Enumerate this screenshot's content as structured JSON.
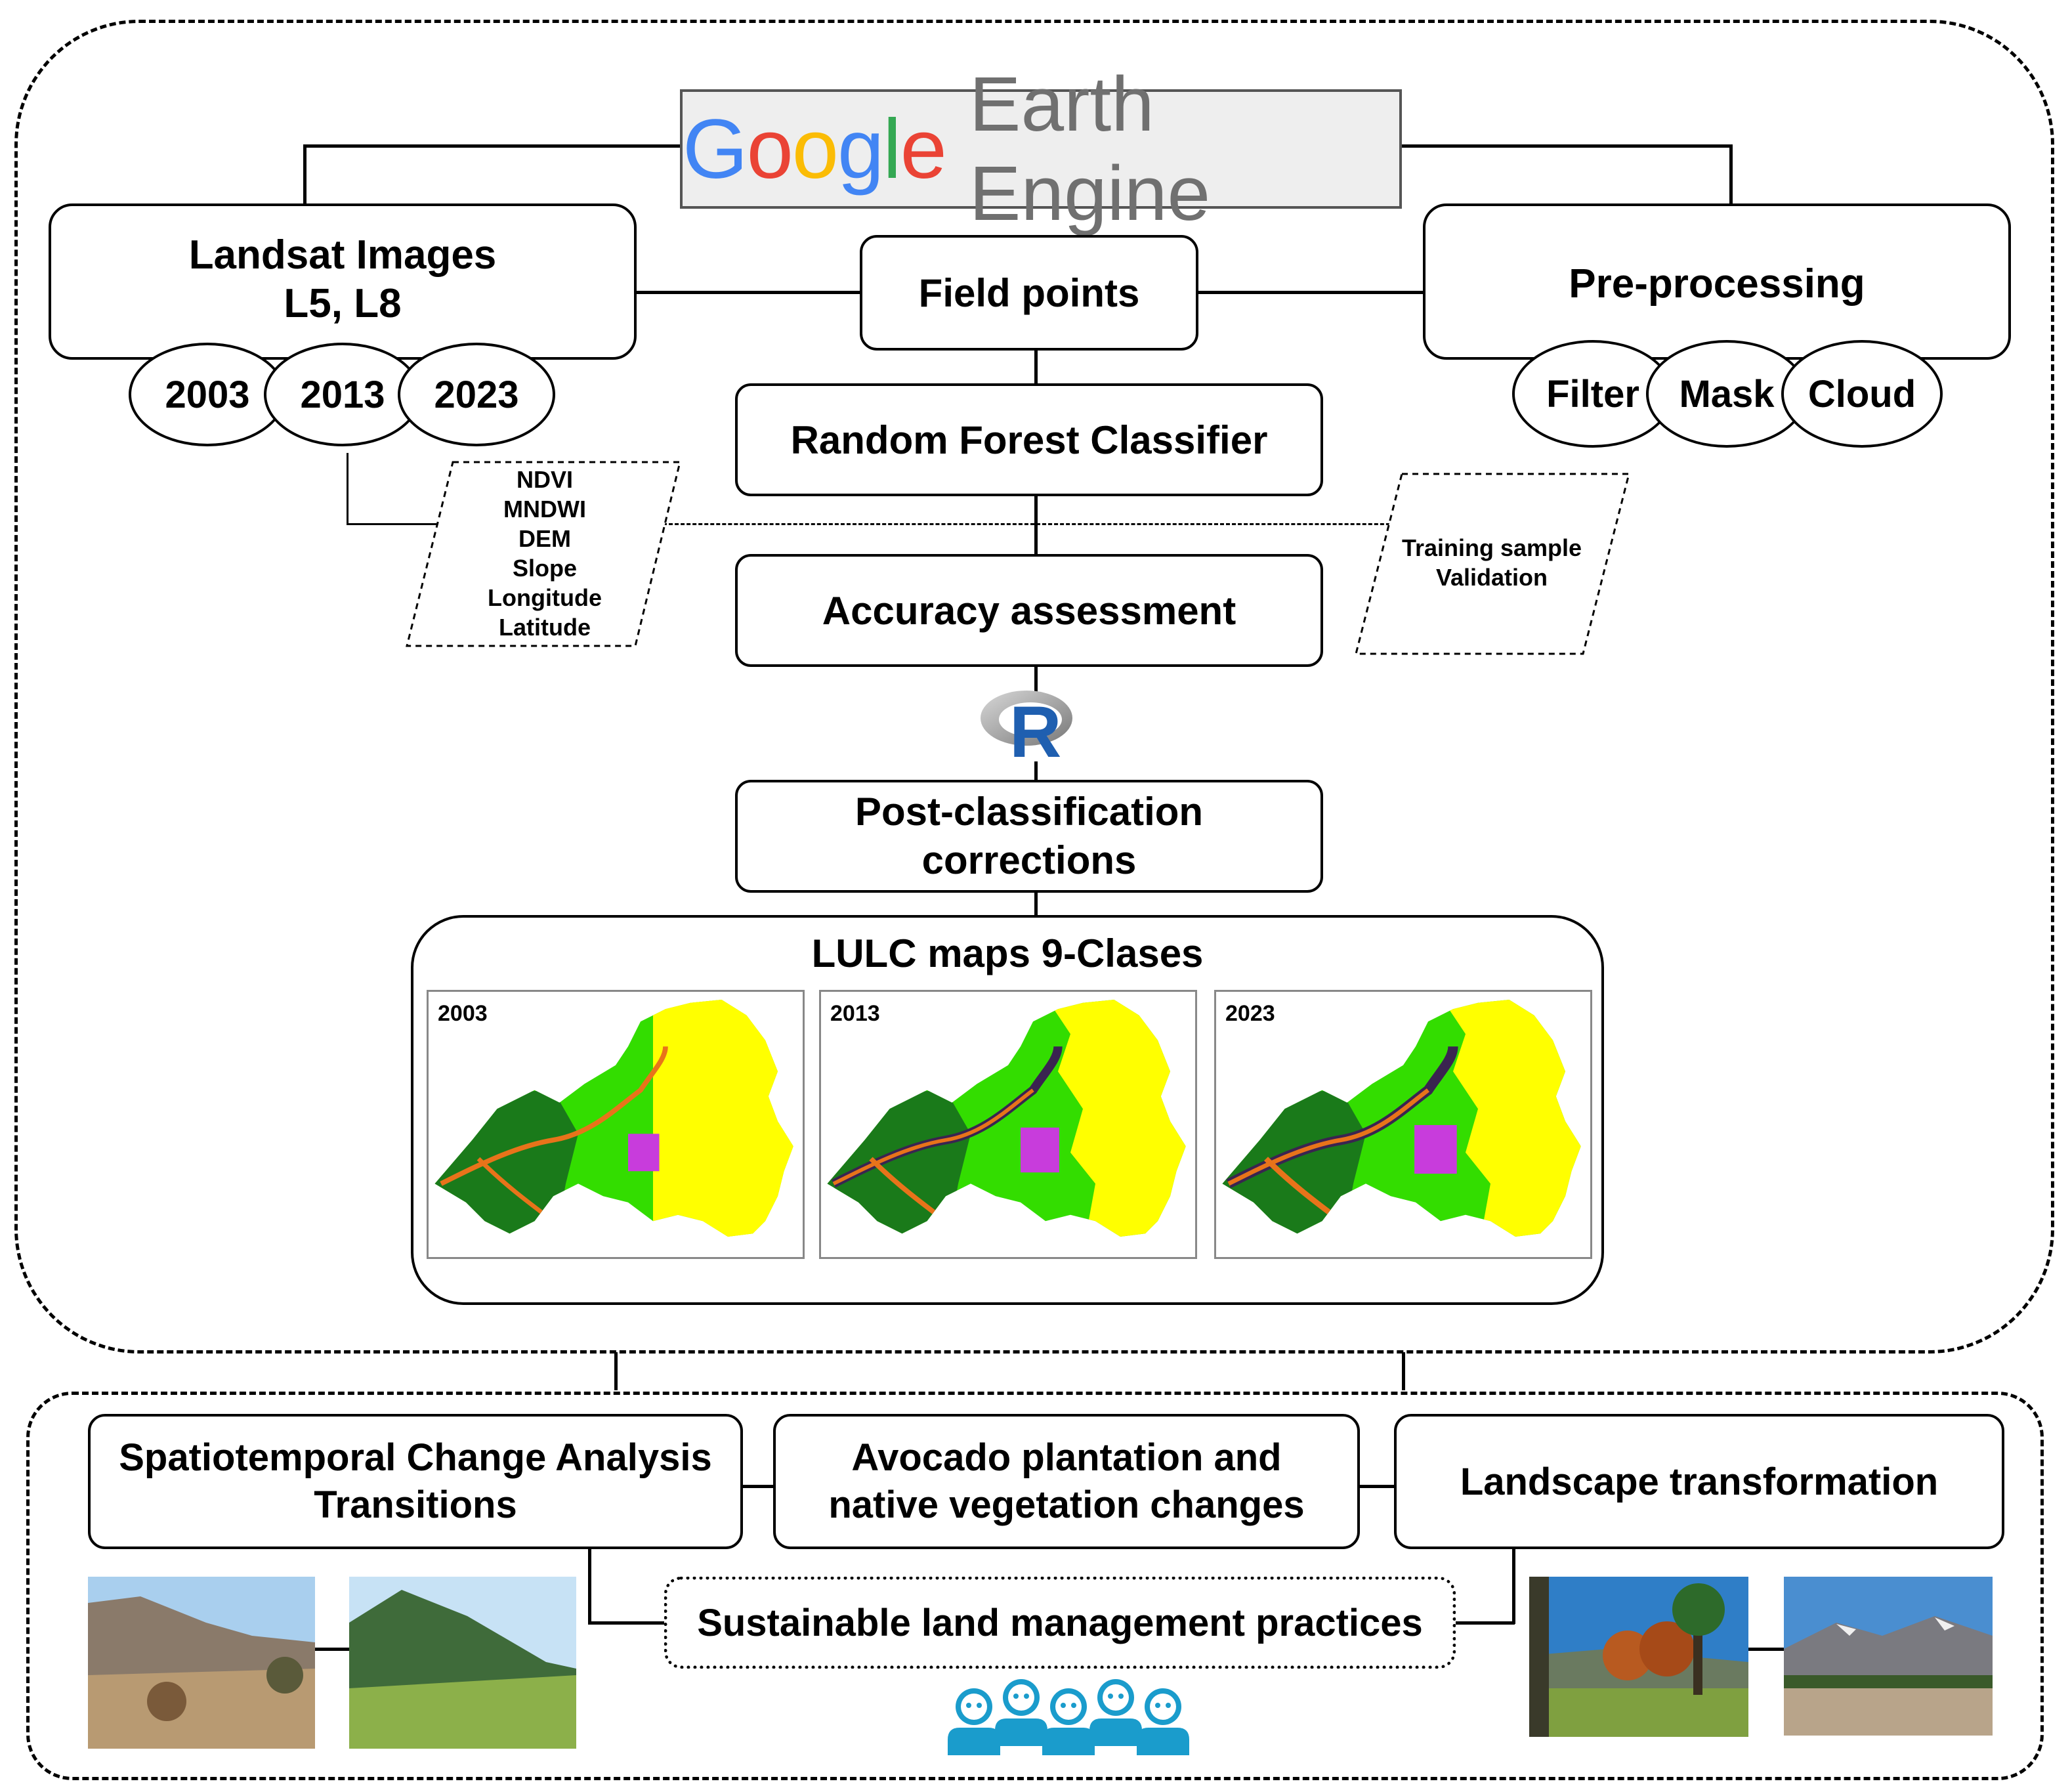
{
  "header": {
    "logo_google": "Google",
    "logo_earth_engine": "Earth Engine"
  },
  "inputs": {
    "landsat_title": "Landsat Images",
    "landsat_sensors": "L5, L8",
    "years": [
      "2003",
      "2013",
      "2023"
    ],
    "field_points": "Field points",
    "preprocessing_title": "Pre-processing",
    "preprocessing_steps": [
      "Filter",
      "Mask",
      "Cloud"
    ]
  },
  "variables": [
    "NDVI",
    "MNDWI",
    "DEM",
    "Slope",
    "Longitude",
    "Latitude"
  ],
  "samples": [
    "Training sample",
    "Validation"
  ],
  "workflow": {
    "classifier": "Random Forest Classifier",
    "accuracy": "Accuracy assessment",
    "r_logo": "R",
    "post_line1": "Post-classification",
    "post_line2": "corrections"
  },
  "maps": {
    "title": "LULC maps 9-Clases",
    "panels": [
      "2003",
      "2013",
      "2023"
    ],
    "colors": {
      "yellow": "#ffff00",
      "light_green": "#33dd00",
      "dark_green": "#1a7a1a",
      "magenta": "#c83cdc",
      "orange": "#e8731a",
      "dark": "#3a2450"
    }
  },
  "outputs": {
    "spatiotemporal_line1": "Spatiotemporal Change Analysis",
    "spatiotemporal_line2": "Transitions",
    "avocado_line1": "Avocado plantation and",
    "avocado_line2": "native vegetation changes",
    "landscape": "Landscape transformation",
    "sustainable": "Sustainable land management practices"
  },
  "accent": {
    "people_icon": "#1a9ccc",
    "r_blue": "#1f5fb0"
  }
}
